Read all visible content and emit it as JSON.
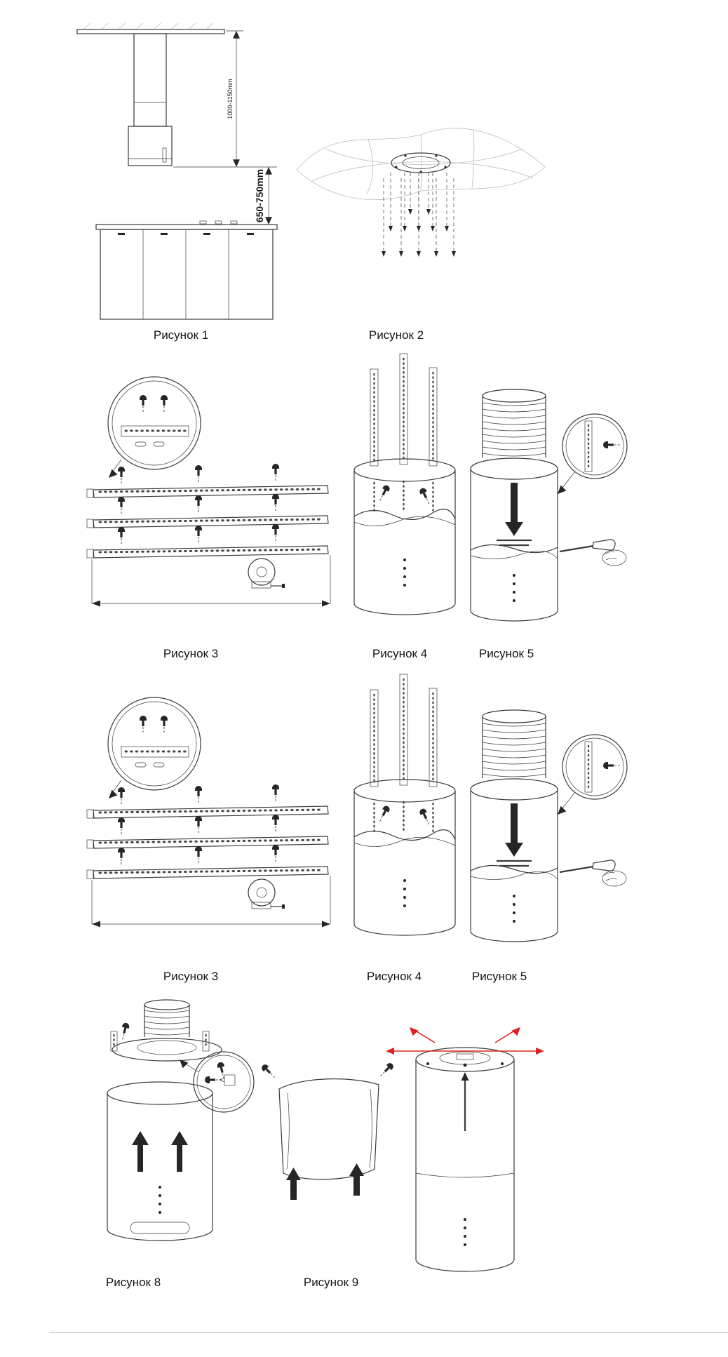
{
  "captions": {
    "fig1": "Рисунок 1",
    "fig2": "Рисунок 2",
    "fig3a": "Рисунок 3",
    "fig4a": "Рисунок 4",
    "fig5a": "Рисунок 5",
    "fig3b": "Рисунок 3",
    "fig4b": "Рисунок 4",
    "fig5b": "Рисунок 5",
    "fig8": "Рисунок 8",
    "fig9": "Рисунок 9"
  },
  "fig1": {
    "dim_upper": "1000-1150mm",
    "dim_lower": "650-750mm"
  },
  "colors": {
    "line": "#3a3a3a",
    "light_line": "#bcbcbc",
    "accent_red": "#e02020",
    "background": "#ffffff"
  }
}
